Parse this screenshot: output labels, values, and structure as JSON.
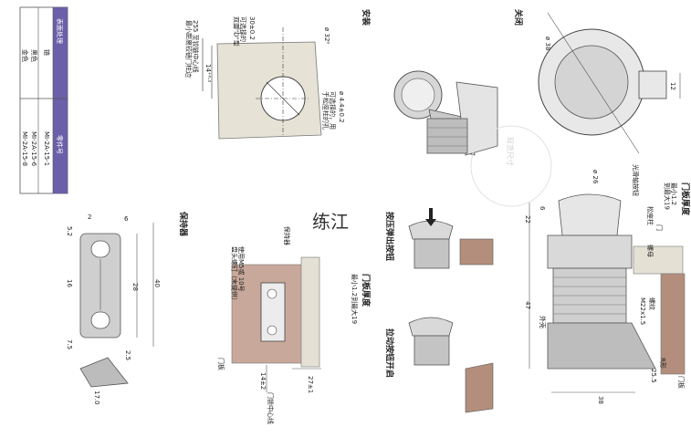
{
  "table": {
    "header_surface": "表面处理",
    "header_part": "零件号",
    "rows": [
      {
        "surface": "铬",
        "part": "MI-2A-15-1"
      },
      {
        "surface": "黑色",
        "part": "MI-2A-15-6"
      },
      {
        "surface": "金色",
        "part": "MI-2A-15-8"
      }
    ]
  },
  "install": {
    "title": "安装",
    "dim_a": "30±0.2",
    "note_a": "可选择的\n双面\"D\"型",
    "note_b": "255 至铰链中心线\n最小距离铰链门柱边",
    "door_label": "门",
    "dim_b": "14⁺⁰·²",
    "dim_dia": "ø 32⁰",
    "dim_hole": "ø 4.4±0.2",
    "note_c": "可选择的，用\n于松座柱的孔"
  },
  "closed": {
    "title": "关闭",
    "dim_dia": "ø 38",
    "dim_w": "12"
  },
  "retainer": {
    "title": "保持器",
    "dims": {
      "d2": "2",
      "d6": "6",
      "d52": "5.2",
      "d16": "16",
      "d28": "28",
      "d40": "40",
      "d75": "7.5",
      "d25": "2.5",
      "d17": "17.0"
    }
  },
  "door_thickness": {
    "title": "门板厚度",
    "note_range": "最小1.2到最大19",
    "holder_label": "保持器",
    "screw_note": "使用M5或 10号\n盘头螺钉（未提供）",
    "door_label": "门板",
    "center_label": "门锁中心线",
    "dim_b": "14±2",
    "dim_27": "27±1"
  },
  "actions": {
    "press": "按压弹出按钮",
    "pull": "拉动按钮开启"
  },
  "side": {
    "title": "门板厚度",
    "note_range": "最小1.2\n到最大19",
    "label_button": "光滑轴按钮",
    "label_post": "松座柱",
    "label_door": "门",
    "label_nut": "螺母",
    "label_thread": "螺纹",
    "thread_spec": "M22x1.5",
    "label_housing": "外壳",
    "label_door2": "门板",
    "dims": {
      "d26": "ø 26",
      "d6": "6",
      "d22": "22",
      "d47": "47",
      "d38": "38",
      "d255": "25.5",
      "d_rad": "R形"
    }
  },
  "watermark": {
    "stamp": "现货尺寸",
    "brand": "练江"
  }
}
